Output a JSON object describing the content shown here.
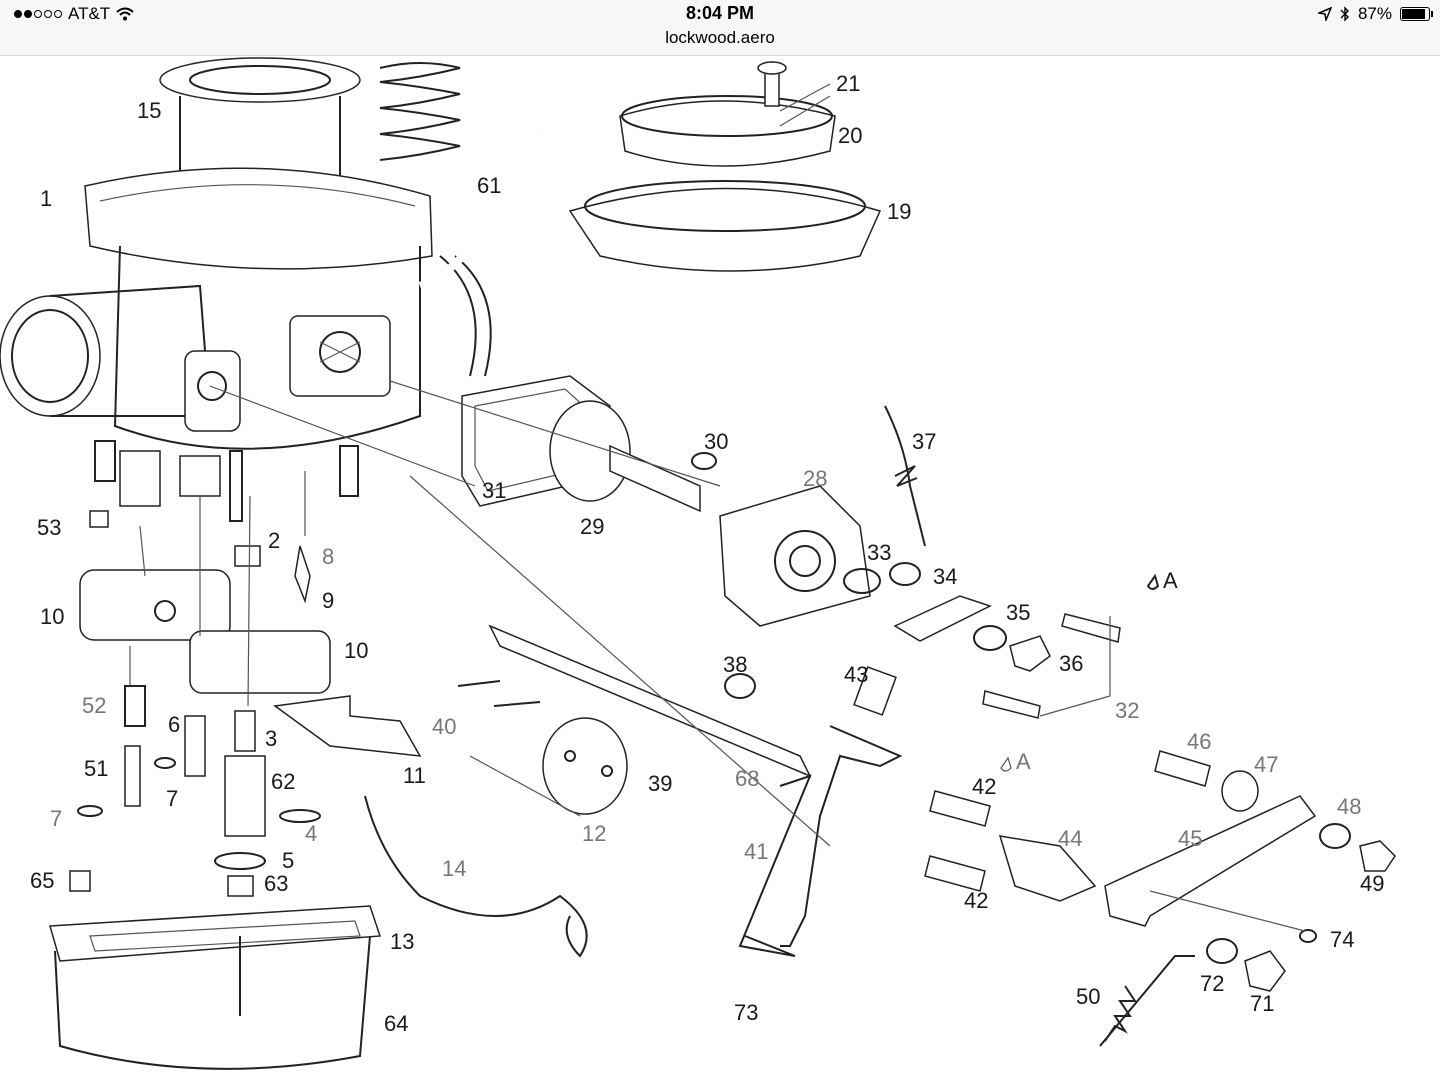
{
  "status_bar": {
    "carrier": "AT&T",
    "time": "8:04 PM",
    "url": "lockwood.aero",
    "battery_text": "87%",
    "battery_level": 0.87,
    "icons": [
      "signal-dots-icon",
      "wifi-icon",
      "location-arrow-icon",
      "bluetooth-icon",
      "battery-icon"
    ]
  },
  "diagram": {
    "part_labels": {
      "p1": "1",
      "p2": "2",
      "p3": "3",
      "p4": "4",
      "p5": "5",
      "p6": "6",
      "p7a": "7",
      "p7b": "7",
      "p8": "8",
      "p9": "9",
      "p10a": "10",
      "p10b": "10",
      "p11": "11",
      "p12": "12",
      "p13": "13",
      "p14": "14",
      "p15": "15",
      "p19": "19",
      "p20": "20",
      "p21": "21",
      "p28": "28",
      "p29": "29",
      "p30": "30",
      "p31": "31",
      "p32": "32",
      "p33": "33",
      "p34": "34",
      "p35": "35",
      "p36": "36",
      "p37": "37",
      "p38": "38",
      "p39": "39",
      "p40": "40",
      "p41": "41",
      "p42a": "42",
      "p42b": "42",
      "p43": "43",
      "p44": "44",
      "p45": "45",
      "p46": "46",
      "p47": "47",
      "p48": "48",
      "p49": "49",
      "p50": "50",
      "p51": "51",
      "p52": "52",
      "p53": "53",
      "p61": "61",
      "p62": "62",
      "p63": "63",
      "p64": "64",
      "p65": "65",
      "p68": "68",
      "p71": "71",
      "p72": "72",
      "p73": "73",
      "p74": "74",
      "pA1": "A",
      "pA2": "A"
    }
  }
}
